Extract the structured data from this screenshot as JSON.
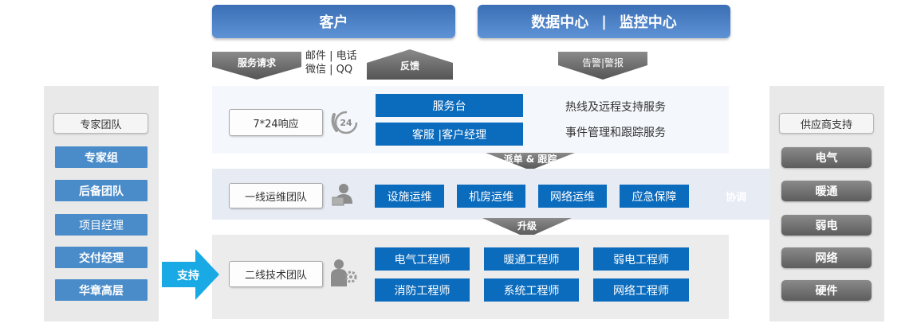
{
  "top": {
    "customer": "客户",
    "data_center": "数据中心",
    "separator": "|",
    "monitor_center": "监控中心"
  },
  "flows": {
    "service_request": "服务请求",
    "channels_line1": "邮件 | 电话",
    "channels_line2": "微信 |  QQ",
    "feedback": "反馈",
    "alarm": "告警|警报",
    "dispatch": "派单 & 跟踪",
    "upgrade": "升级",
    "support": "支持",
    "coordinate": "协调"
  },
  "band1": {
    "team": "7*24响应",
    "icon_text": "24",
    "boxes": [
      "服务台",
      "客服 |客户经理"
    ],
    "descriptions": [
      "热线及远程支持服务",
      "事件管理和跟踪服务"
    ]
  },
  "band2": {
    "team": "一线运维团队",
    "boxes": [
      "设施运维",
      "机房运维",
      "网络运维",
      "应急保障"
    ]
  },
  "band3": {
    "team": "二线技术团队",
    "boxes": [
      "电气工程师",
      "暖通工程师",
      "弱电工程师",
      "消防工程师",
      "系统工程师",
      "网络工程师"
    ]
  },
  "left_panel": {
    "header": "专家团队",
    "items": [
      "专家组",
      "后备团队",
      "项目经理",
      "交付经理",
      "华章高层"
    ]
  },
  "right_panel": {
    "header": "供应商支持",
    "items": [
      "电气",
      "暖通",
      "弱电",
      "网络",
      "硬件"
    ]
  },
  "colors": {
    "banner": "#3a6fb5",
    "blue_box": "#0b6bbd",
    "left_item": "#4a8cc9",
    "right_item": "#6b6b6b",
    "support_arrow": "#19a9e5",
    "gray_arrow": "#6f6f6f"
  }
}
